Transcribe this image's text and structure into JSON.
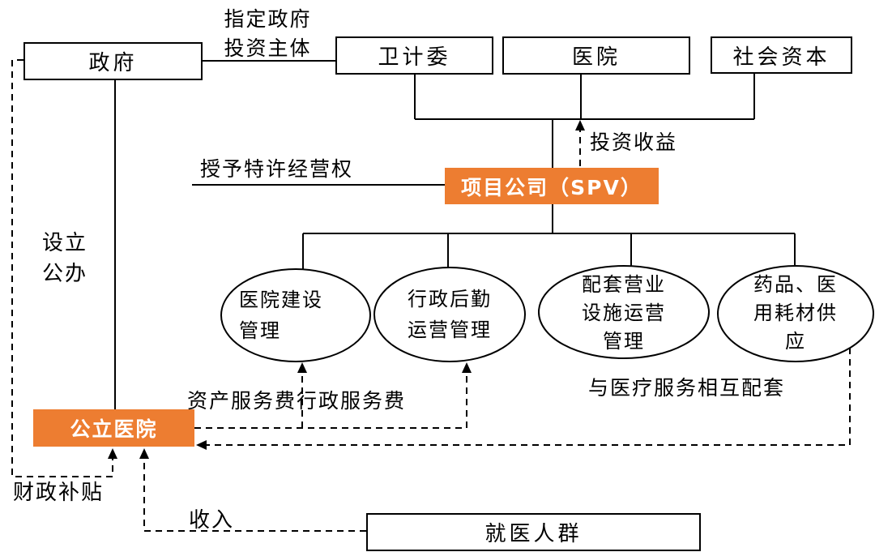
{
  "colors": {
    "accent_orange": "#ED7D31",
    "line_black": "#000000",
    "node_bg": "#FFFFFF"
  },
  "nodes": {
    "government": "政府",
    "health_commission": "卫计委",
    "hospital": "医院",
    "social_capital": "社会资本",
    "spv": "项目公司（SPV）",
    "public_hospital": "公立医院",
    "patients": "就医人群"
  },
  "ellipses": [
    {
      "label": "医院建设\n管理"
    },
    {
      "label": "行政后勤\n运营管理"
    },
    {
      "label": "配套营业\n设施运营\n管理"
    },
    {
      "label": "药品、医\n用耗材供\n应"
    }
  ],
  "labels": {
    "designate_investor": "指定政府\n投资主体",
    "investment_return": "投资收益",
    "grant_franchise": "授予特许经营权",
    "establish_public": "设立\n公办",
    "service_fees": "资产服务费行政服务费",
    "mutual_support": "与医疗服务相互配套",
    "fiscal_subsidy": "财政补贴",
    "income": "收入"
  }
}
